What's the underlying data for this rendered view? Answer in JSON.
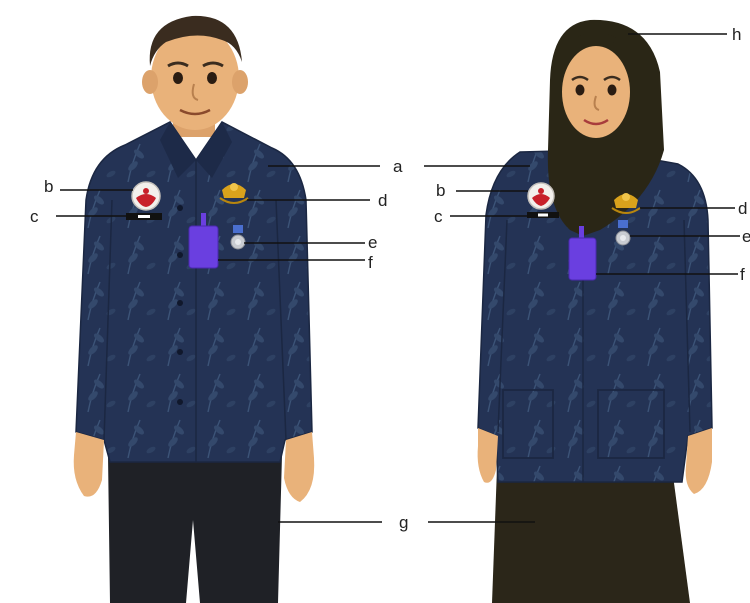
{
  "labels": {
    "a": "a",
    "b": "b",
    "c": "c",
    "d": "d",
    "e": "e",
    "f": "f",
    "g": "g",
    "h": "h"
  },
  "colors": {
    "jacket": "#243355",
    "jacket_pattern": "#3c5478",
    "pants": "#1f2126",
    "skirt": "#2b2619",
    "hijab": "#2a2616",
    "skin": "#e9b27a",
    "hair": "#3a2c1f",
    "lanyard_card": "#6a3fe0",
    "emblem_gold": "#d9a21c"
  }
}
